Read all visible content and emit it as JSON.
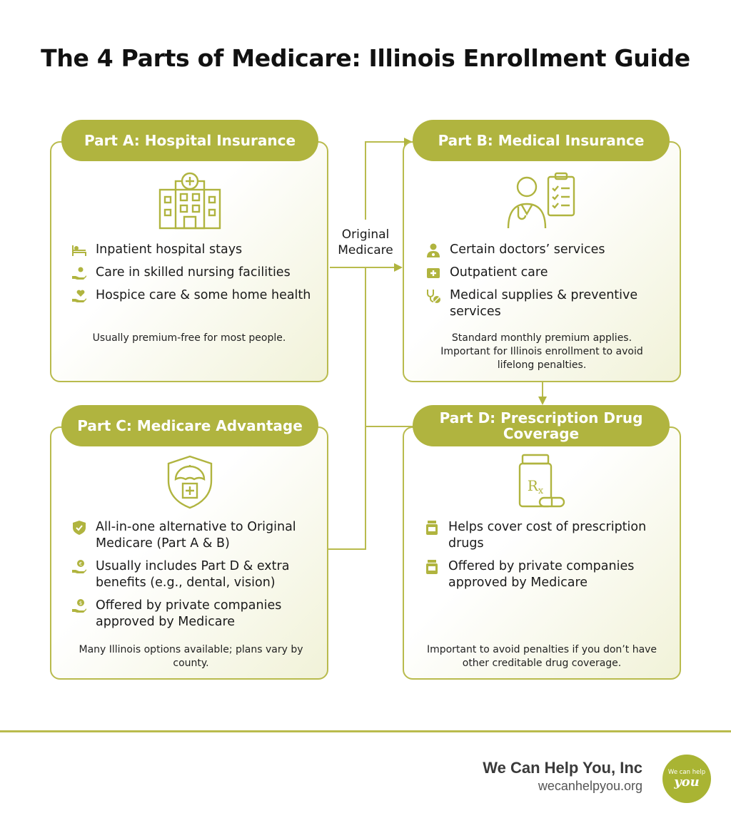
{
  "title": "The 4 Parts of Medicare: Illinois Enrollment Guide",
  "center_label": "Original\nMedicare",
  "colors": {
    "accent": "#b0b43f",
    "border": "#b9bb4d"
  },
  "part_a": {
    "heading": "Part A: Hospital Insurance",
    "icon": "hospital-building-icon",
    "items": [
      "Inpatient hospital stays",
      "Care in skilled nursing facilities",
      "Hospice care & some home health"
    ],
    "note": "Usually premium-free for most people."
  },
  "part_b": {
    "heading": "Part B: Medical Insurance",
    "icon": "doctor-clipboard-icon",
    "items": [
      "Certain doctors’ services",
      "Outpatient care",
      "Medical supplies & preventive services"
    ],
    "note": "Standard monthly premium applies. Important for Illinois enrollment to avoid lifelong penalties."
  },
  "part_c": {
    "heading": "Part C: Medicare Advantage",
    "icon": "shield-umbrella-icon",
    "items": [
      "All-in-one alternative to Original Medicare (Part A & B)",
      "Usually includes Part D & extra benefits (e.g., dental, vision)",
      "Offered by private companies approved by Medicare"
    ],
    "note": "Many Illinois options available; plans vary by county."
  },
  "part_d": {
    "heading": "Part D: Prescription Drug Coverage",
    "icon": "rx-bottle-icon",
    "items": [
      "Helps cover cost of prescription drugs",
      "Offered by private companies approved by Medicare"
    ],
    "note": "Important to avoid penalties if you don’t have other creditable drug coverage."
  },
  "footer": {
    "brand_name": "We Can Help You, Inc",
    "brand_url": "wecanhelpyou.org",
    "logo_line1": "We can help",
    "logo_line2": "you"
  }
}
